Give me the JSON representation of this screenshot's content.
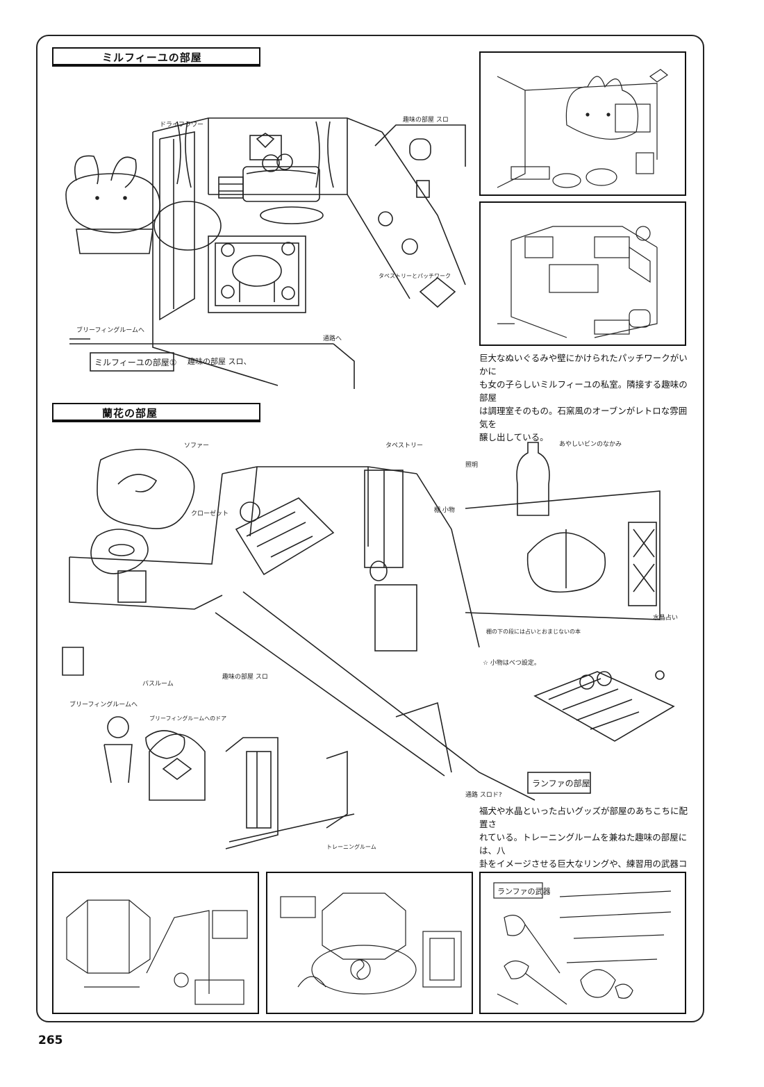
{
  "sections": {
    "milfeulle": {
      "title": "ミルフィーユの部屋"
    },
    "ranfa": {
      "title": "蘭花の部屋"
    }
  },
  "captions": {
    "milfeulle": "巨大なぬいぐるみや壁にかけられたパッチワークがいかに\nも女の子らしいミルフィーユの私室。隣接する趣味の部屋\nは調理室そのもの。石窯風のオーブンがレトロな雰囲気を\n醸し出している。",
    "ranfa": "福犬や水晶といった占いグッズが部屋のあちこちに配置さ\nれている。トレーニングルームを兼ねた趣味の部屋には、八\n卦をイメージさせる巨大なリングや、練習用の武器コレクシ\nョンが設置されている。"
  },
  "sketch_labels": {
    "milfeulle_room_1": "ミルフィーユの部屋①",
    "hobby_room_ref": "趣味の部屋 スロ、",
    "briefing_room": "ブリーフィングルームへ",
    "corridor": "通路へ",
    "dry_flower": "ドライフラワー",
    "hobby_room_slot": "趣味の部屋 スロ",
    "tapestry_patchwork": "タペストリーとパッチワーク",
    "ranfa_room": "ランファの部屋",
    "sofa": "ソファー",
    "closet": "クローゼット",
    "tapestry": "タペストリー",
    "lighting": "照明",
    "shelf_items": "棚 小物",
    "bath_room": "バスルーム",
    "hobby_room_slot_2": "趣味の部屋 スロ",
    "briefing_room_2": "ブリーフィングルームへ",
    "briefing_door": "ブリーフィングルームへのドア",
    "corridor_slot": "通路 スロド?",
    "small_items": "☆ 小物はべつ設定。",
    "crystal_fortune": "水晶占い",
    "fortune_books": "棚の下の段には占いとおまじないの本",
    "mysterious_bottle": "あやしいビンのなかみ",
    "training_room": "トレーニングルーム",
    "ranfa_weapons": "ランファの武器"
  },
  "page": {
    "number": "265"
  }
}
